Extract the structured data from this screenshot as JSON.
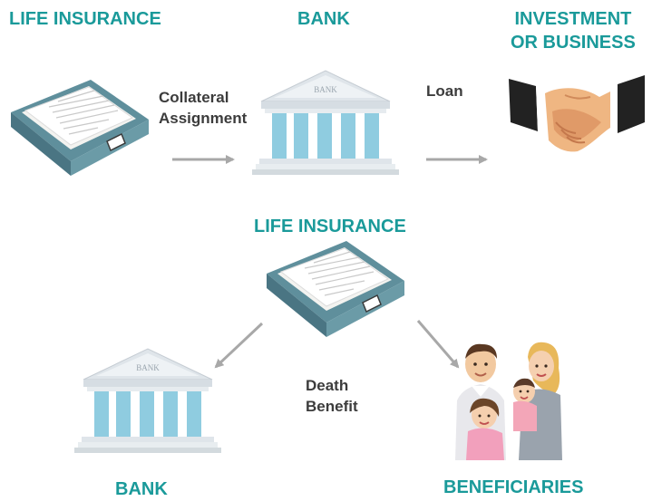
{
  "top": {
    "life_insurance": "LIFE INSURANCE",
    "bank": "BANK",
    "investment_line1": "INVESTMENT",
    "investment_line2": "OR BUSINESS",
    "collateral_line1": "Collateral",
    "collateral_line2": "Assignment",
    "loan": "Loan"
  },
  "bottom": {
    "life_insurance": "LIFE INSURANCE",
    "death_line1": "Death",
    "death_line2": "Benefit",
    "bank": "BANK",
    "beneficiaries": "BENEFICIARIES"
  },
  "bank_sign": "BANK",
  "colors": {
    "heading": "#1a9a9a",
    "label": "#3c3c3c",
    "arrow": "#a8a8a8",
    "tray": "#5f8f9c",
    "column": "#8fcce0"
  },
  "icons": {
    "policy": "policy-document-tray-icon",
    "bank": "bank-building-icon",
    "handshake": "handshake-icon",
    "family": "family-icon"
  }
}
